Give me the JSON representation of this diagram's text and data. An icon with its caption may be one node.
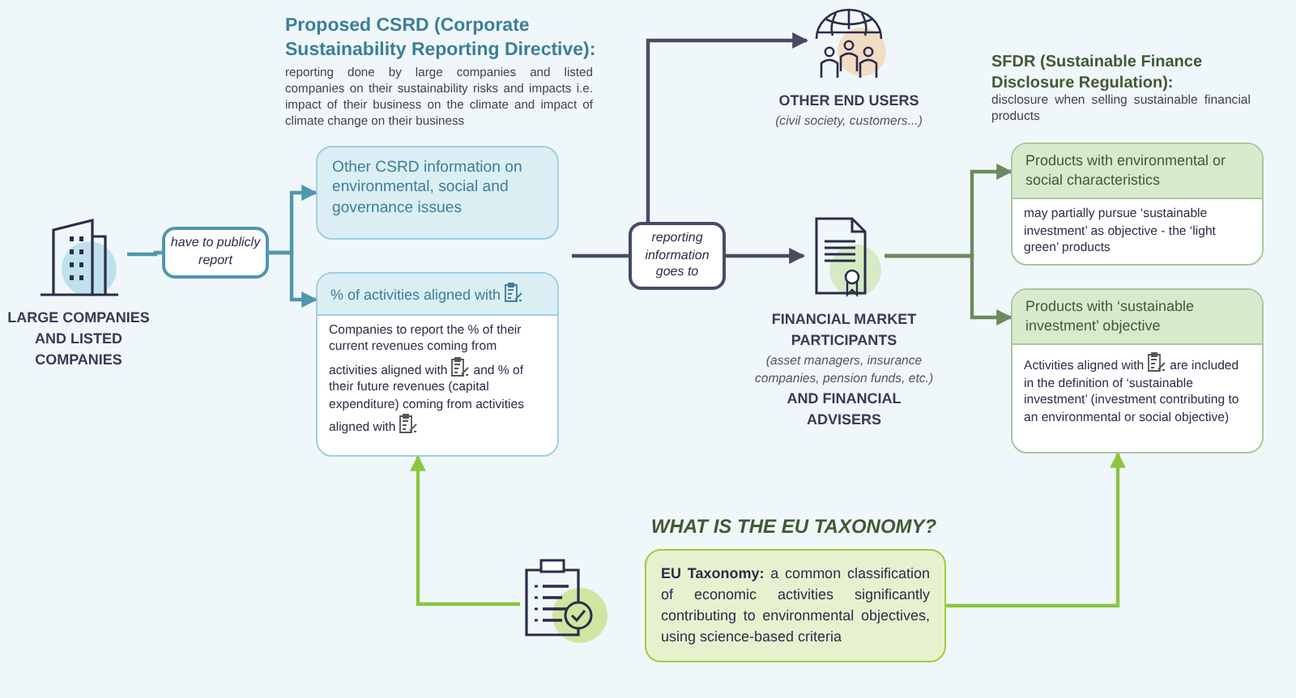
{
  "diagram": {
    "nodes": [
      {
        "text": [
          "LARGE COMPANIES AND LISTED COMPANIES"
        ]
      },
      {
        "text": [
          "have to publicly report"
        ]
      },
      {
        "text": [
          "Other CSRD information on environmental, social and governance issues"
        ]
      },
      {
        "text": [
          "% of activities aligned with",
          "Companies to report the % of their current revenues coming from activities aligned with",
          "and % of their future revenues (capital expenditure) coming from activities aligned with"
        ]
      },
      {
        "text": [
          "reporting information goes to"
        ]
      },
      {
        "text": [
          "OTHER END USERS",
          "(civil society, customers...)"
        ]
      },
      {
        "text": [
          "FINANCIAL MARKET PARTICIPANTS",
          "(asset managers, insurance companies, pension funds, etc.)",
          "AND FINANCIAL ADVISERS"
        ]
      },
      {
        "text": [
          "Products with environmental or social characteristics",
          "may partially pursue ‘sustainable investment’ as objective - the ‘light green’ products"
        ]
      },
      {
        "text": [
          "Products with ‘sustainable investment’ objective",
          "Activities aligned with",
          "are included in the definition of ‘sustainable investment’ (investment contributing to an environmental or social objective)"
        ]
      },
      {
        "text": [],
        "shape": "picture"
      },
      {
        "text": [
          "**EU Taxonomy:** a common classification of economic activities significantly contributing to environmental objectives, using science-based criteria"
        ]
      }
    ],
    "edges": [
      {
        "from": 0,
        "to": 1,
        "arrow": "none",
        "color": "#4f97b0"
      },
      {
        "from": 1,
        "to": 2,
        "arrow": "to",
        "color": "#4f97b0"
      },
      {
        "from": 1,
        "to": 3,
        "arrow": "to",
        "color": "#4f97b0"
      },
      {
        "from": null,
        "to": 4,
        "arrow": "none",
        "color": "#4a4a66"
      },
      {
        "from": 4,
        "to": 5,
        "arrow": "to",
        "color": "#4a4a66"
      },
      {
        "from": 4,
        "to": 6,
        "arrow": "to",
        "color": "#4a4a66"
      },
      {
        "from": 6,
        "to": 7,
        "arrow": "to",
        "color": "#6b8a5e"
      },
      {
        "from": 6,
        "to": 8,
        "arrow": "to",
        "color": "#6b8a5e"
      },
      {
        "from": 9,
        "to": 3,
        "arrow": "to",
        "color": "#8cc63f"
      },
      {
        "from": 10,
        "to": 8,
        "arrow": "to",
        "color": "#8cc63f"
      }
    ],
    "labels": [
      "Proposed CSRD (Corporate Sustainability Reporting Directive):",
      "reporting done by large companies and listed companies on their sustainability risks and impacts i.e. impact of their business on the climate and impact of climate change on their business",
      "SFDR (Sustainable Finance Disclosure Regulation):",
      "disclosure when selling sustainable financial products",
      "WHAT IS THE EU TAXONOMY?"
    ]
  }
}
